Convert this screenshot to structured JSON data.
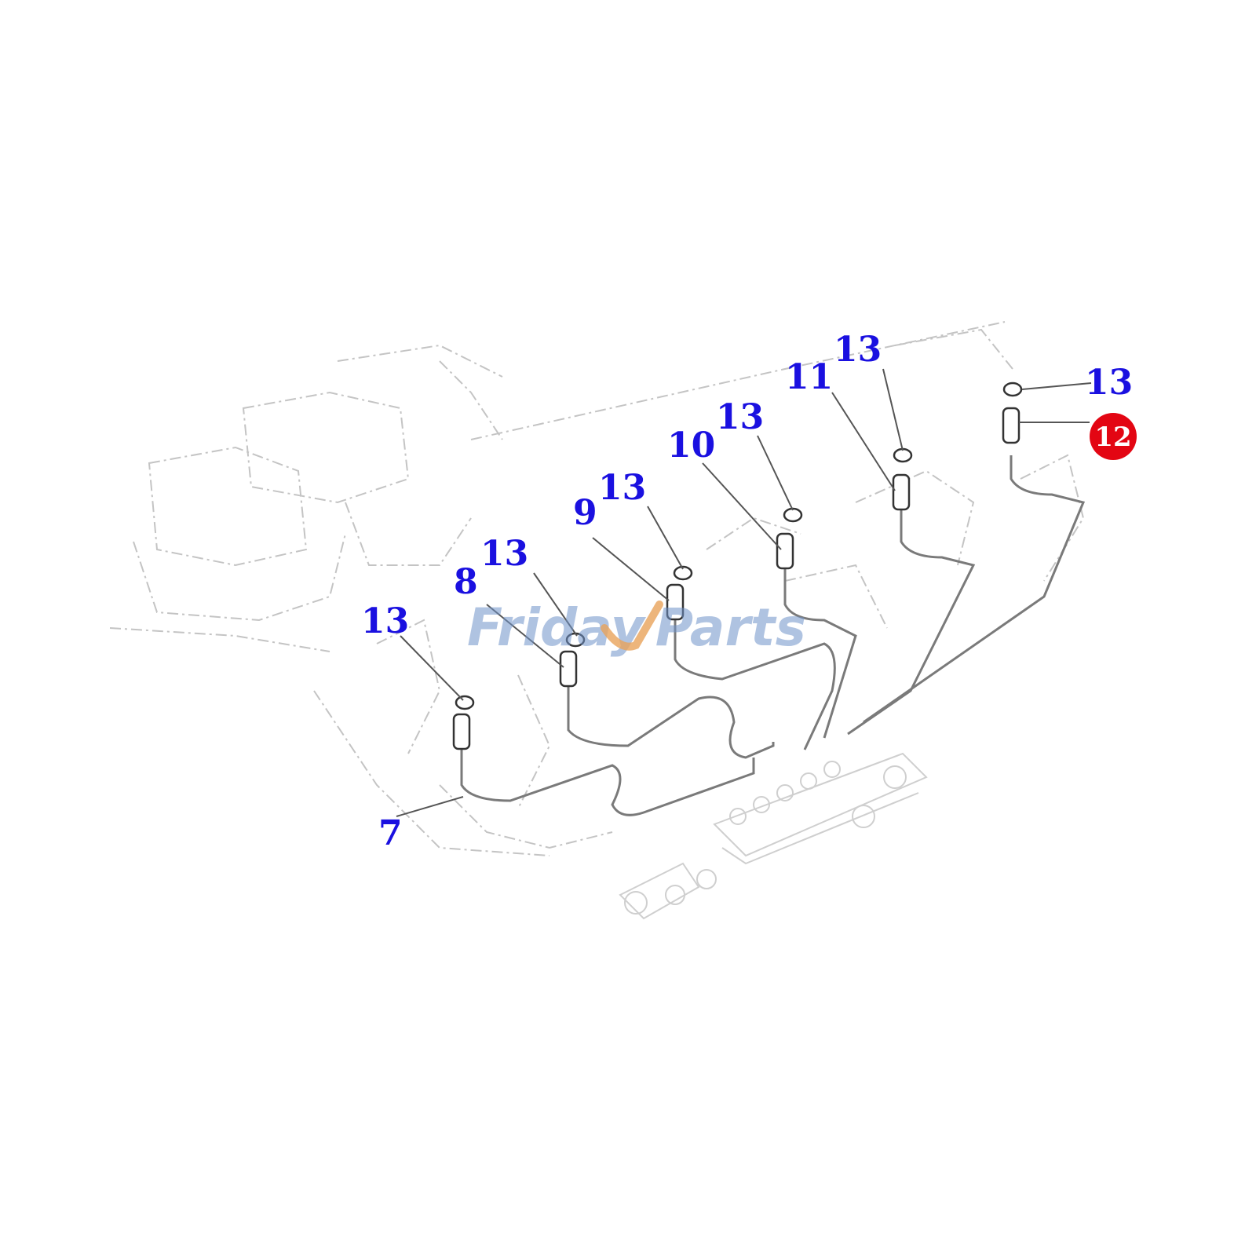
{
  "diagram": {
    "callouts": {
      "c7": "7",
      "c8": "8",
      "c9": "9",
      "c10": "10",
      "c11": "11",
      "c12": "12",
      "c13": "13"
    },
    "highlight_color": "#e30613",
    "callout_color": "#1a10e0",
    "watermark": {
      "part1": "Friday",
      "part2": "Parts"
    }
  }
}
